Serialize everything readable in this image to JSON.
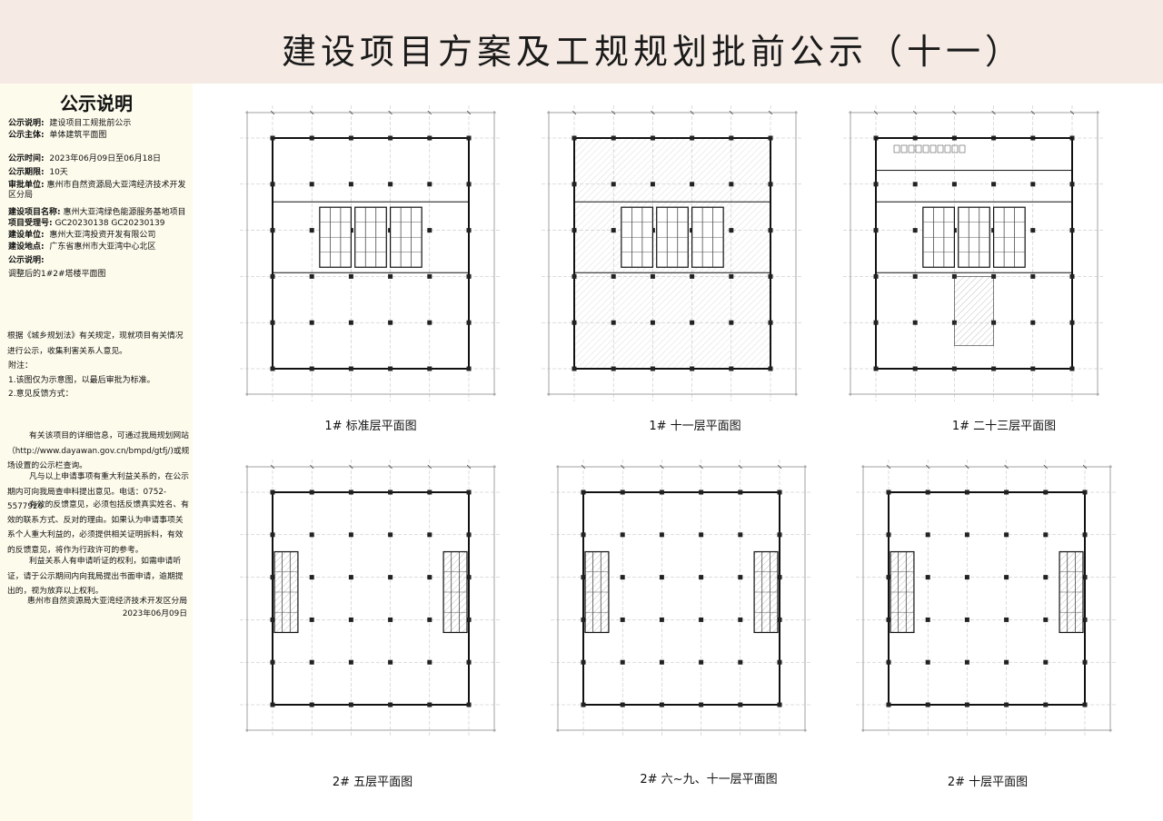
{
  "page_title": "建设项目方案及工规规划批前公示（十一）",
  "sidebar": {
    "heading": "公示说明",
    "fields": [
      {
        "label": "公示说明:",
        "value": "建设项目工规批前公示"
      },
      {
        "label": "公示主体:",
        "value": "单体建筑平面图"
      },
      {
        "label": "公示时间:",
        "value": "2023年06月09日至06月18日"
      },
      {
        "label": "公示期限:",
        "value": "10天"
      },
      {
        "label": "审批单位:",
        "value": "惠州市自然资源局大亚湾经济技术开发",
        "cont": "区分局"
      },
      {
        "label": "建设项目名称:",
        "value": "惠州大亚湾绿色能源服务基地项目"
      },
      {
        "label": "项目受理号:",
        "value": "GC20230138  GC20230139"
      },
      {
        "label": "建设单位:",
        "value": "惠州大亚湾投资开发有限公司"
      },
      {
        "label": "建设地点:",
        "value": "广东省惠州市大亚湾中心北区"
      },
      {
        "label": "公示说明:",
        "value": ""
      }
    ],
    "adjust_note": "调整后的1#2#塔楼平面图",
    "basis_text": "根据《城乡规划法》有关规定，现就项目有关情况进行公示，收集利害关系人意见。",
    "notes_heading": "附注：",
    "note_1": "1.该图仅为示意图，以最后审批为标准。",
    "note_2": "2.意见反馈方式：",
    "para_1": "有关该项目的详细信息，可通过我局规划网站（http://www.dayawan.gov.cn/bmpd/gtfj/)或规场设置的公示栏查询。",
    "para_2": "凡与以上申请事项有重大利益关系的，在公示期内可向我局查申科提出意见。电话：0752-5577926",
    "para_3": "有效的反馈意见，必须包括反馈真实姓名、有效的联系方式、反对的理由。如果认为申请事项关系个人重大利益的，必须提供相关证明拆料，有效的反馈意见，将作为行政许可的参考。",
    "para_4": "利益关系人有申请听证的权利，如需申请听证，请于公示期间内向我局提出书面申请，逾期提出的，视为放弃以上权利。",
    "signature_org": "惠州市自然资源局大亚湾经济技术开发区分局",
    "signature_date": "2023年06月09日"
  },
  "plans": [
    {
      "caption": "1#  标准层平面图",
      "pattern": "core_center"
    },
    {
      "caption": "1#  十一层平面图",
      "pattern": "core_hatched"
    },
    {
      "caption": "1#  二十三层平面图",
      "pattern": "core_roof"
    },
    {
      "caption": "2#  五层平面图",
      "pattern": "core_sides"
    },
    {
      "caption": "2#  六~九、十一层平面图",
      "pattern": "core_sides"
    },
    {
      "caption": "2#  十层平面图",
      "pattern": "core_sides"
    }
  ]
}
